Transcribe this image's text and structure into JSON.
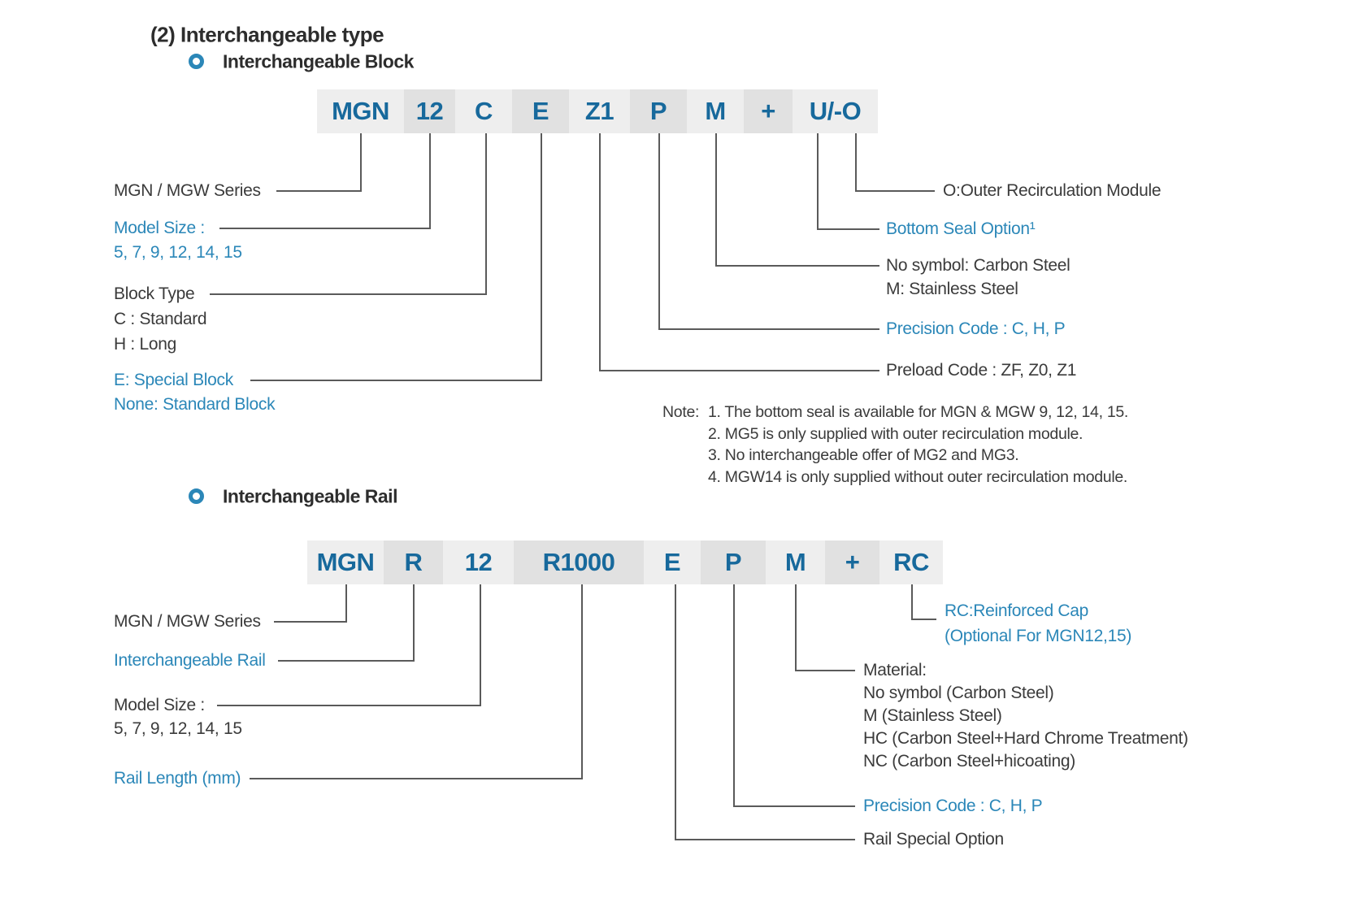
{
  "colors": {
    "accent_blue": "#2b87b8",
    "code_blue": "#17699c",
    "text_dark": "#3b3b3b",
    "cell_light": "#eeeeee",
    "cell_dark": "#e1e1e1",
    "leader_line": "#5a5a5a"
  },
  "header": {
    "title": "(2) Interchangeable type"
  },
  "block_section": {
    "heading": "Interchangeable Block",
    "code": [
      "MGN",
      "12",
      "C",
      "E",
      "Z1",
      "P",
      "M",
      "+",
      "U/-O"
    ],
    "labels": {
      "series": "MGN / MGW Series",
      "model_size_title": "Model Size :",
      "model_size_values": "5, 7, 9, 12, 14, 15",
      "block_type_title": "Block Type",
      "block_type_c": "C : Standard",
      "block_type_h": "H : Long",
      "special_block": "E: Special Block",
      "standard_block": "None: Standard Block",
      "outer_recirculation": "O:Outer Recirculation Module",
      "bottom_seal": "Bottom Seal Option¹",
      "material_none": "No symbol: Carbon Steel",
      "material_m": "M: Stainless Steel",
      "precision_code": "Precision Code : C, H, P",
      "preload_code": "Preload Code : ZF, Z0, Z1"
    },
    "notes": {
      "prefix": "Note:",
      "items": [
        "1. The bottom seal is available for MGN & MGW 9, 12, 14, 15.",
        "2. MG5 is only supplied with outer recirculation module.",
        "3. No interchangeable offer of MG2 and MG3.",
        "4. MGW14 is only supplied without outer recirculation module."
      ]
    }
  },
  "rail_section": {
    "heading": "Interchangeable Rail",
    "code": [
      "MGN",
      "R",
      "12",
      "R1000",
      "E",
      "P",
      "M",
      "+",
      "RC"
    ],
    "labels": {
      "series": "MGN / MGW Series",
      "interchangeable_rail": "Interchangeable Rail",
      "model_size_title": "Model Size :",
      "model_size_values": "5, 7, 9, 12, 14, 15",
      "rail_length": "Rail Length (mm)",
      "rc_cap_line1": "RC:Reinforced Cap",
      "rc_cap_line2": "(Optional For MGN12,15)",
      "material_title": "Material:",
      "material_none": "No symbol (Carbon Steel)",
      "material_m": "M (Stainless Steel)",
      "material_hc": "HC (Carbon Steel+Hard Chrome Treatment)",
      "material_nc": "NC (Carbon Steel+hicoating)",
      "precision_code": "Precision Code : C, H, P",
      "rail_special": "Rail Special Option"
    }
  }
}
